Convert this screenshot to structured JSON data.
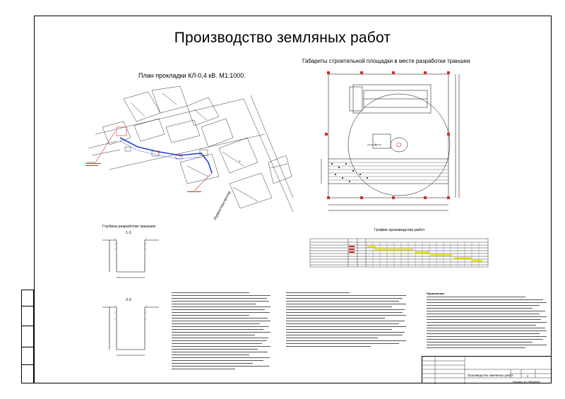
{
  "document": {
    "title": "Производство земляных работ",
    "plan_caption": "План прокладки КЛ-0,4 кВ. М1:1000.",
    "site_caption": "Габариты строительной площадки в месте разработки траншеи",
    "depth_caption": "Глубина разработки траншеи",
    "section_1": "1-1",
    "section_2": "2-2",
    "schedule_caption": "График производства работ",
    "street_label": "Лермонтова проезд",
    "notes_title": "Примечания:",
    "stamp_title": "Производство земляных работ",
    "stamp_sheet": "2",
    "stamp_format": "Формат А1 (594х841)"
  },
  "colors": {
    "accent_red": "#d42a2a",
    "cable_blue": "#1f3fd6",
    "line": "#000000",
    "schedule_bar": "#f2ee00"
  }
}
